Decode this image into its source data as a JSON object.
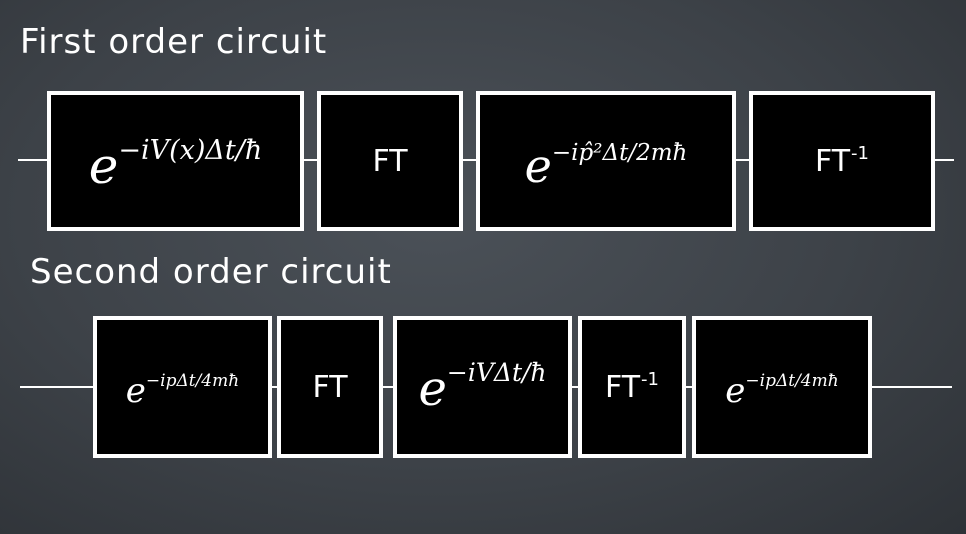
{
  "first": {
    "title": "First order circuit",
    "gates": {
      "potential": {
        "base": "e",
        "exponent": "−iV(x)Δt/ħ"
      },
      "ft": {
        "label": "FT"
      },
      "kinetic": {
        "base": "e",
        "exponent": "−ip̂²Δt/2mħ"
      },
      "ift": {
        "label": "FT",
        "sup": "-1"
      }
    }
  },
  "second": {
    "title": "Second order circuit",
    "gates": {
      "kinetic_half_1": {
        "base": "e",
        "exponent": "−ipΔt/4mħ"
      },
      "ft": {
        "label": "FT"
      },
      "potential": {
        "base": "e",
        "exponent": "−iVΔt/ħ"
      },
      "ift": {
        "label": "FT",
        "sup": "-1"
      },
      "kinetic_half_2": {
        "base": "e",
        "exponent": "−ipΔt/4mħ"
      }
    }
  }
}
